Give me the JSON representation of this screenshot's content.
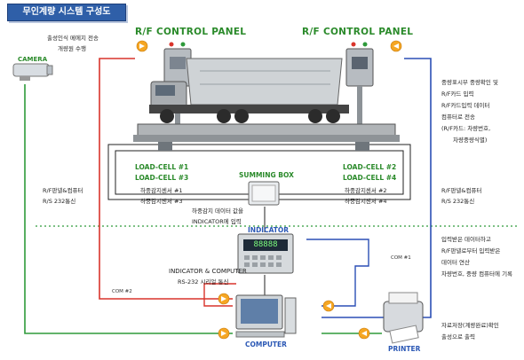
{
  "title": "무인계량 시스템 구성도",
  "panels": {
    "left_title": "R/F CONTROL PANEL",
    "right_title": "R/F CONTROL PANEL"
  },
  "camera": {
    "label": "CAMERA",
    "note_line1": "출성인식 메에지 전송",
    "note_line2": "개량원 수행"
  },
  "right_note": {
    "line1": "중량표시부 중량확인 및",
    "line2": "R/F카드 입력",
    "line3": "R/F카드입력 데이터",
    "line4": "컴퓨터로 전송",
    "line5": "(R/F카드: 차량번호,",
    "line6": "차량중량식별)"
  },
  "load_cells": {
    "lc1": "LOAD-CELL #1",
    "lc3": "LOAD-CELL #3",
    "lc2": "LOAD-CELL #2",
    "lc4": "LOAD-CELL #4"
  },
  "summing_box": {
    "label": "SUMMING BOX",
    "sensor1": "하중감지센서 #1",
    "sensor3": "하중감지센서 #3",
    "sensor2": "하중감지센서 #2",
    "sensor4": "하중감지센서 #4",
    "note_line1": "하중감지 데이터 값을",
    "note_line2": "INDICATOR에 입력"
  },
  "left_link": {
    "line1": "R/F판넬&컴퓨터",
    "line2": "R/S 232통신"
  },
  "right_link": {
    "line1": "R/F판넬&컴퓨터",
    "line2": "R/S 232통신"
  },
  "indicator": {
    "label": "INDICATOR",
    "display": "88888",
    "note_line1": "INDICATOR & COMPUTER",
    "note_line2": "RS-232 시리얼 통신"
  },
  "computer_note": {
    "line1": "입력받은 데이터하고",
    "line2": "R/F판넬로부터 입력받은",
    "line3": "데이터 연산",
    "line4": "차량번호, 중량 컴퓨터에 기록"
  },
  "com_ports": {
    "com1": "COM #1",
    "com2": "COM #2"
  },
  "computer": {
    "label": "COMPUTER"
  },
  "printer": {
    "label": "PRINTER",
    "note_line1": "자료저장(계량완료)확인",
    "note_line2": "출성으로 출력"
  },
  "colors": {
    "red_line": "#d9342b",
    "blue_line": "#2b4fb5",
    "green_line": "#2e9a3a",
    "title_bg": "#2f5fa8",
    "label_green": "#2a8a2a"
  }
}
